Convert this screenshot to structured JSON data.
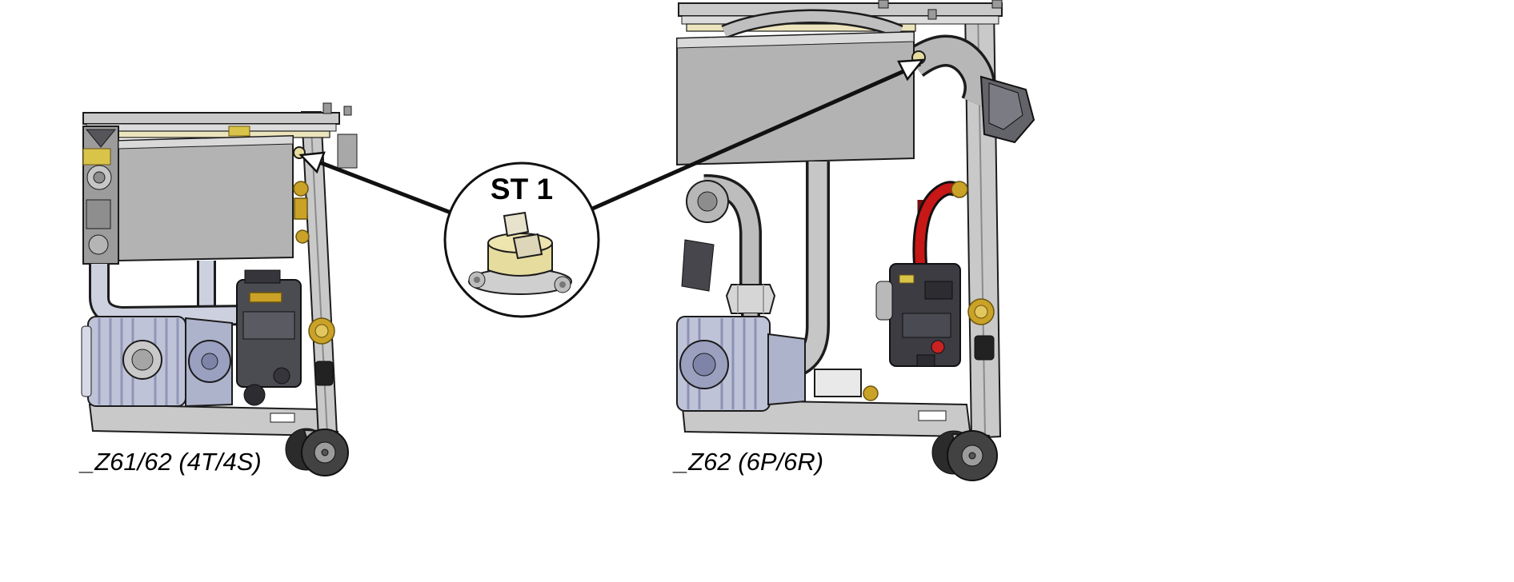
{
  "diagram": {
    "callout": {
      "label": "ST 1"
    },
    "machines": [
      {
        "position": "left",
        "label": "_Z61/62 (4T/4S)"
      },
      {
        "position": "right",
        "label": "_Z62 (6P/6R)"
      }
    ],
    "colors": {
      "frame_gray": "#c9c9c9",
      "panel_gray": "#b3b3b3",
      "cream_strip": "#ece4bc",
      "sensor_body": "#e6dc9e",
      "brass": "#c9a227",
      "hose_red": "#c81717",
      "pump_lavender": "#bfc3d8",
      "line_black": "#111111"
    }
  }
}
